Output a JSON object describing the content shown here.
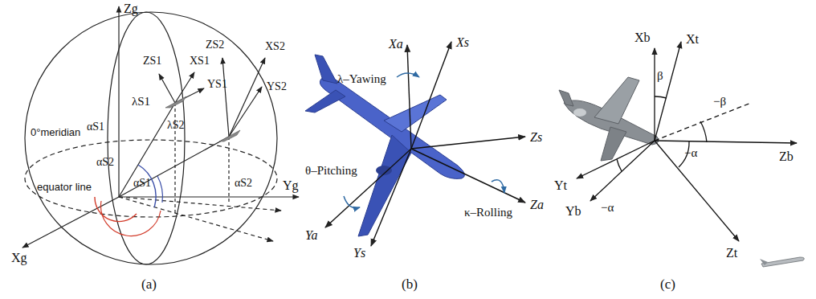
{
  "diagram": {
    "labels": [
      "Zg",
      "ZS1",
      "XS1",
      "YS1",
      "ZS2",
      "XS2",
      "YS2",
      "λS1",
      "αS1",
      "0°meridian",
      "λS2",
      "Yg",
      "αS2",
      "αS1",
      "αS2",
      "equator line",
      "Xg",
      "(a)",
      "Xa",
      "Xs",
      "λ–Yawing",
      "Zs",
      "θ–Pitching",
      "Ya",
      "Ys",
      "κ–Rolling",
      "Za",
      "(b)",
      "Xb",
      "Xt",
      "β",
      "−β",
      "−α",
      "Zb",
      "Yt",
      "−α",
      "Yb",
      "Zt",
      "(c)"
    ]
  }
}
